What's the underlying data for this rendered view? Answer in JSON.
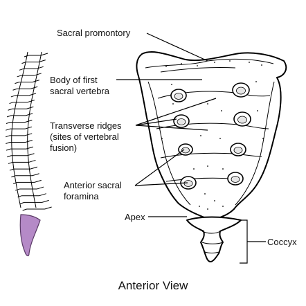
{
  "labels": {
    "sacral_promontory": "Sacral promontory",
    "body_first_1": "Body of first",
    "body_first_2": "sacral vertebra",
    "transverse_1": "Transverse ridges",
    "transverse_2": "(sites of vertebral",
    "transverse_3": "fusion)",
    "foramina_1": "Anterior sacral",
    "foramina_2": "foramina",
    "apex": "Apex",
    "coccyx": "Coccyx"
  },
  "caption": "Anterior View",
  "colors": {
    "highlight": "#b58ac7",
    "line": "#000000",
    "background": "#ffffff"
  }
}
